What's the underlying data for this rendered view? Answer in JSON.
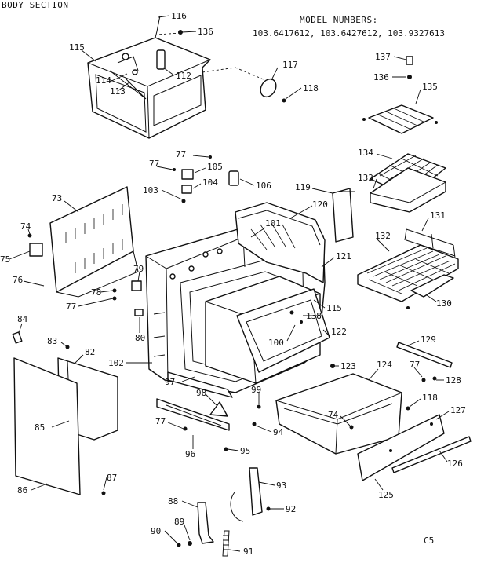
{
  "header": {
    "section_title": "BODY SECTION",
    "model_heading": "MODEL NUMBERS:",
    "model_list": "103.6417612, 103.6427612, 103.9327613"
  },
  "footer": {
    "page_code": "C5"
  },
  "labels": {
    "p116": "116",
    "p136a": "136",
    "p115a": "115",
    "p114": "114",
    "p113": "113",
    "p112": "112",
    "p117": "117",
    "p118a": "118",
    "p137": "137",
    "p136b": "136",
    "p135": "135",
    "p134": "134",
    "p133": "133",
    "p77a": "77",
    "p77b": "77",
    "p105": "105",
    "p104": "104",
    "p103": "103",
    "p106": "106",
    "p119": "119",
    "p120": "120",
    "p101": "101",
    "p121": "121",
    "p131": "131",
    "p132": "132",
    "p73": "73",
    "p74a": "74",
    "p75": "75",
    "p76": "76",
    "p79": "79",
    "p78": "78",
    "p77c": "77",
    "p80": "80",
    "p115b": "115",
    "p130": "130",
    "p138": "138",
    "p100": "100",
    "p122": "122",
    "p84": "84",
    "p83": "83",
    "p82": "82",
    "p102": "102",
    "p97": "97",
    "p123": "123",
    "p124": "124",
    "p129": "129",
    "p77d": "77",
    "p128": "128",
    "p98": "98",
    "p99": "99",
    "p118b": "118",
    "p127": "127",
    "p85": "85",
    "p77e": "77",
    "p96": "96",
    "p94": "94",
    "p74b": "74",
    "p95": "95",
    "p126": "126",
    "p87": "87",
    "p86": "86",
    "p125": "125",
    "p93": "93",
    "p88": "88",
    "p92": "92",
    "p89": "89",
    "p90": "90",
    "p91": "91"
  }
}
